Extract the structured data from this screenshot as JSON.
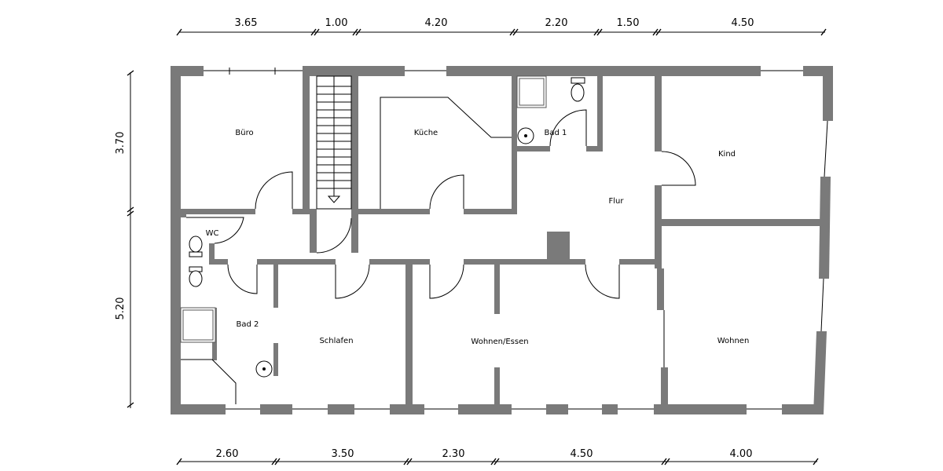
{
  "rooms": {
    "buero": "Büro",
    "kueche": "Küche",
    "bad1": "Bad 1",
    "kind": "Kind",
    "flur": "Flur",
    "wc": "WC",
    "bad2": "Bad 2",
    "schlafen": "Schlafen",
    "wohnen_essen": "Wohnen/Essen",
    "wohnen": "Wohnen"
  },
  "dimensions": {
    "top": [
      "3.65",
      "1.00",
      "4.20",
      "2.20",
      "1.50",
      "4.50"
    ],
    "bottom": [
      "2.60",
      "3.50",
      "2.30",
      "4.50",
      "4.00"
    ],
    "left": [
      "3.70",
      "5.20"
    ]
  }
}
